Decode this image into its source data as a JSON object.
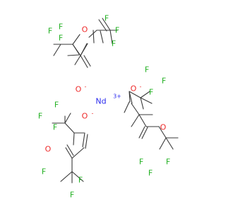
{
  "diagram": {
    "kind": "chemical-structure",
    "atoms": [
      {
        "id": "f1",
        "label": "F",
        "color": "#22b022"
      },
      {
        "id": "f2",
        "label": "F",
        "color": "#22b022"
      },
      {
        "id": "f3",
        "label": "F",
        "color": "#22b022"
      },
      {
        "id": "f4",
        "label": "F",
        "color": "#22b022"
      },
      {
        "id": "f5",
        "label": "F",
        "color": "#22b022"
      },
      {
        "id": "f6",
        "label": "F",
        "color": "#22b022"
      },
      {
        "id": "o_keto1",
        "label": "O",
        "color": "#ee2a2a"
      },
      {
        "id": "o_anion1",
        "label": "O",
        "color": "#ee2a2a"
      },
      {
        "id": "f7",
        "label": "F",
        "color": "#22b022"
      },
      {
        "id": "f8",
        "label": "F",
        "color": "#22b022"
      },
      {
        "id": "f9",
        "label": "F",
        "color": "#22b022"
      },
      {
        "id": "o_anion2",
        "label": "O",
        "color": "#ee2a2a"
      },
      {
        "id": "o_keto2",
        "label": "O",
        "color": "#ee2a2a"
      },
      {
        "id": "f10",
        "label": "F",
        "color": "#22b022"
      },
      {
        "id": "f11",
        "label": "F",
        "color": "#22b022"
      },
      {
        "id": "f12",
        "label": "F",
        "color": "#22b022"
      },
      {
        "id": "f13",
        "label": "F",
        "color": "#22b022"
      },
      {
        "id": "f14",
        "label": "F",
        "color": "#22b022"
      },
      {
        "id": "f15",
        "label": "F",
        "color": "#22b022"
      },
      {
        "id": "o_anion3",
        "label": "O",
        "color": "#ee2a2a"
      },
      {
        "id": "o_keto3",
        "label": "O",
        "color": "#ee2a2a"
      },
      {
        "id": "f16",
        "label": "F",
        "color": "#22b022"
      },
      {
        "id": "f17",
        "label": "F",
        "color": "#22b022"
      },
      {
        "id": "f18",
        "label": "F",
        "color": "#22b022"
      },
      {
        "id": "nd",
        "label": "Nd",
        "color": "#2a2aee"
      }
    ],
    "charges": [
      {
        "id": "minus1",
        "label": "-",
        "color": "#ee2a2a"
      },
      {
        "id": "minus2",
        "label": "-",
        "color": "#ee2a2a"
      },
      {
        "id": "minus3",
        "label": "-",
        "color": "#ee2a2a"
      },
      {
        "id": "nd_charge",
        "label": "3+",
        "color": "#2a2aee"
      }
    ],
    "bond_color": "#3a3a3a"
  }
}
